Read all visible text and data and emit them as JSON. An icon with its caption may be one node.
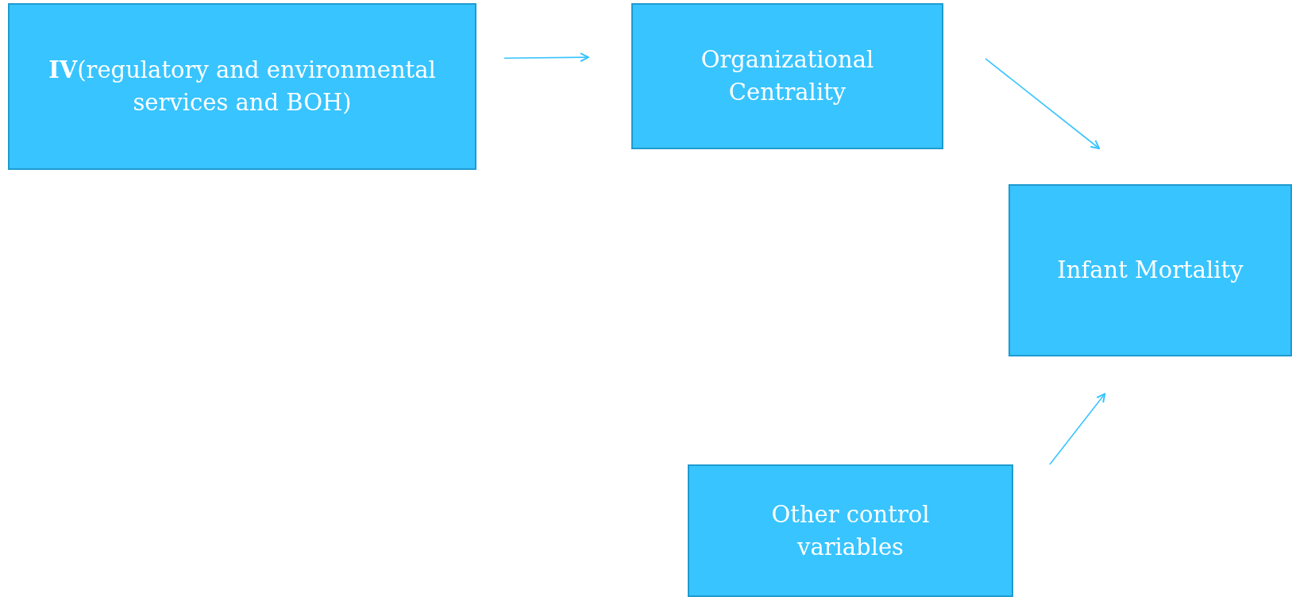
{
  "diagram": {
    "nodes": [
      {
        "text": [
          "**IV**(regulatory and environmental services and BOH)"
        ]
      },
      {
        "text": [
          "Organizational Centrality"
        ]
      },
      {
        "text": [
          "Infant Mortality"
        ]
      },
      {
        "text": [
          "Other control variables"
        ]
      }
    ],
    "edges": [
      {
        "from": 0,
        "to": 1,
        "arrow": "to"
      },
      {
        "from": 1,
        "to": 2,
        "arrow": "to"
      },
      {
        "from": 3,
        "to": 2,
        "arrow": "to"
      }
    ]
  }
}
